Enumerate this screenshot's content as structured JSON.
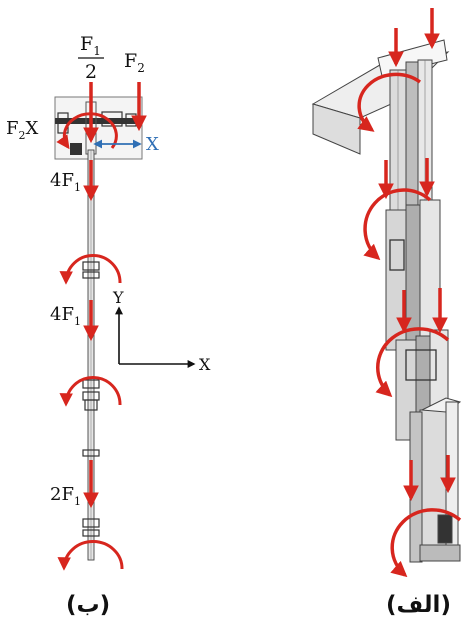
{
  "panel_b": {
    "caption": "(ب)",
    "force_half_num": "F",
    "force_half_num_sub": "1",
    "force_half_den": "2",
    "force_f2": "F",
    "force_f2_sub": "2",
    "moment_f2x": "F",
    "moment_f2x_sub": "2",
    "moment_f2x_suffix": "X",
    "dim_x": "X",
    "load_top": "4F",
    "load_top_sub": "1",
    "load_mid": "4F",
    "load_mid_sub": "1",
    "load_bottom": "2F",
    "load_bottom_sub": "1",
    "axis_y": "Y",
    "axis_x": "X"
  },
  "panel_a": {
    "caption": "(الف)"
  },
  "colors": {
    "force_arrow": "#d7261e",
    "dimension": "#2f6fb5",
    "structure": "#333333",
    "text": "#111111"
  }
}
